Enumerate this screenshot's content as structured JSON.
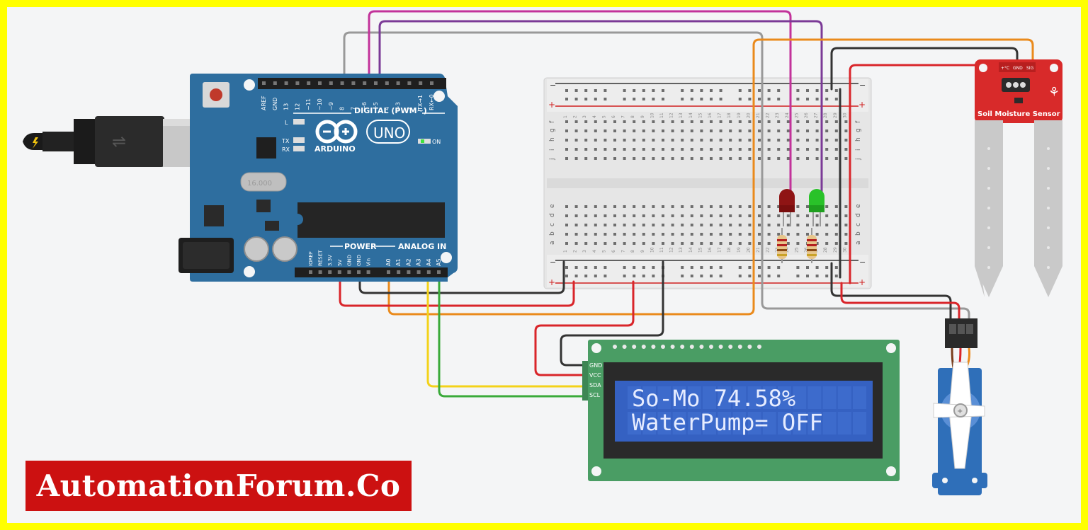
{
  "arduino": {
    "logo_text": "ARDUINO",
    "model": "UNO",
    "digital_header": "DIGITAL (PWM~)",
    "power_header": "POWER",
    "analog_header": "ANALOG IN",
    "on_label": "ON",
    "l_label": "L",
    "tx_label": "TX",
    "rx_label": "RX",
    "crystal_label": "16.000",
    "digital_pins": [
      "AREF",
      "GND",
      "13",
      "12",
      "~11",
      "~10",
      "~9",
      "8",
      "7",
      "~6",
      "~5",
      "4",
      "~3",
      "2",
      "TX→1",
      "RX←0"
    ],
    "power_pins": [
      "IOREF",
      "RESET",
      "3.3V",
      "5V",
      "GND",
      "GND",
      "Vin"
    ],
    "analog_pins": [
      "A0",
      "A1",
      "A2",
      "A3",
      "A4",
      "A5"
    ]
  },
  "breadboard": {
    "row_letters_top": [
      "j",
      "i",
      "h",
      "g",
      "f"
    ],
    "row_letters_bottom": [
      "e",
      "d",
      "c",
      "b",
      "a"
    ],
    "column_count": 30
  },
  "sensor": {
    "label": "Soil Moisture Sensor",
    "pins": [
      "+°C",
      "GND",
      "SIG"
    ]
  },
  "lcd": {
    "pins": [
      "GND",
      "VCC",
      "SDA",
      "SCL"
    ],
    "line1": "So-Mo 74.58%",
    "line2": "WaterPump= OFF"
  },
  "colors": {
    "background": "#f4f5f6",
    "border": "#ffff00",
    "board": "#2e6e9f",
    "lcd_pcb": "#4a9d64",
    "lcd_screen": "#3561c2",
    "sensor": "#d82a2a",
    "wire_red": "#d9252a",
    "wire_black": "#333333",
    "wire_orange": "#ea8a1c",
    "wire_yellow": "#f3d21a",
    "wire_green": "#3aaa3a",
    "wire_gray": "#999999",
    "wire_magenta": "#c2329a",
    "wire_purple": "#7b3a97"
  },
  "watermark": "AutomationForum.Co"
}
